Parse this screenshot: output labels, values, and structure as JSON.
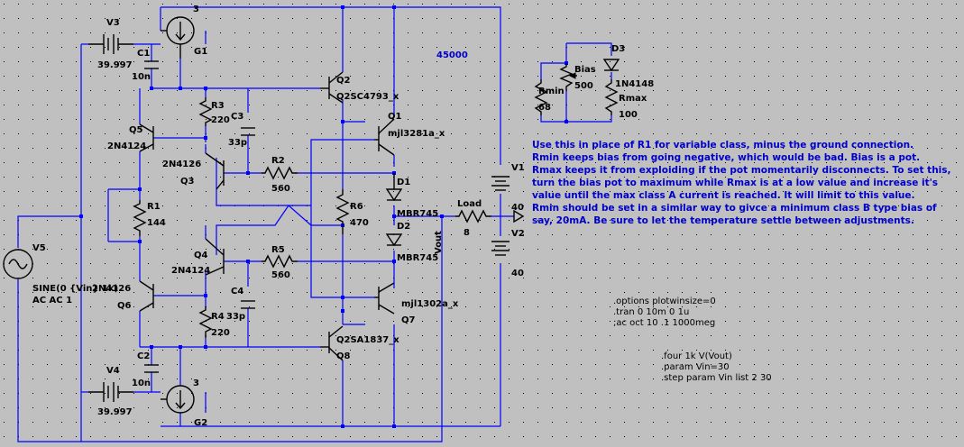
{
  "components": {
    "v3": {
      "name": "V3",
      "value": "39.997"
    },
    "v4": {
      "name": "V4",
      "value": "39.997"
    },
    "v1": {
      "name": "V1",
      "value": "40"
    },
    "v2": {
      "name": "V2",
      "value": "40"
    },
    "v5": {
      "name": "V5",
      "value1": "SINE(0 {Vin} 1k)",
      "value2": "AC AC 1"
    },
    "g1": {
      "name": "G1",
      "value": "3"
    },
    "g2": {
      "name": "G2",
      "value": "3"
    },
    "c1": {
      "name": "C1",
      "value": "10n"
    },
    "c2": {
      "name": "C2",
      "value": "10n"
    },
    "c3": {
      "name": "C3",
      "value": "33p"
    },
    "c4": {
      "name": "C4",
      "value": "33p"
    },
    "r1": {
      "name": "R1",
      "value": "144"
    },
    "r2": {
      "name": "R2",
      "value": "560"
    },
    "r3": {
      "name": "R3",
      "value": "220"
    },
    "r4": {
      "name": "R4",
      "value": "220"
    },
    "r5": {
      "name": "R5",
      "value": "560"
    },
    "r6": {
      "name": "R6",
      "value": "470"
    },
    "load": {
      "name": "Load",
      "value": "8"
    },
    "q1": {
      "name": "Q1",
      "value": "mjl3281a_x"
    },
    "q2": {
      "name": "Q2",
      "value": "Q2SC4793_x"
    },
    "q3": {
      "name": "Q3",
      "value": "2N4126"
    },
    "q4": {
      "name": "Q4",
      "value": "2N4124"
    },
    "q5": {
      "name": "Q5",
      "value": "2N4124"
    },
    "q6": {
      "name": "Q6",
      "value": "2N4126"
    },
    "q7": {
      "name": "Q7",
      "value": "mjl1302a_x"
    },
    "q8": {
      "name": "Q8",
      "value": "Q2SA1837_x"
    },
    "d1": {
      "name": "D1",
      "value": "MBR745"
    },
    "d2": {
      "name": "D2",
      "value": "MBR745"
    },
    "d3": {
      "name": "D3",
      "value": "1N4148"
    },
    "bias": {
      "name": "Bias",
      "value": "500"
    },
    "rmin": {
      "name": "Rmin",
      "value": "68"
    },
    "rmax": {
      "name": "Rmax",
      "value": "100"
    }
  },
  "net_labels": {
    "vout": "Vout"
  },
  "marker": "45000",
  "notes": [
    "Use this in place of R1 for variable class, minus the ground connection.",
    "Rmin keeps bias from going negative, which would be bad. Bias is a pot.",
    "Rmax keeps it from exploiding if the pot momentarily disconnects. To set this,",
    "turn the bias pot to maximum while Rmax is at a low value and increase it's",
    "value until the max class A current is reached. It will limit to this value.",
    "Rmin should be set in a similar way to givce a minimum class B type bias of",
    "say, 20mA. Be sure to let the temperature settle between adjustments."
  ],
  "directives1": [
    ".options plotwinsize=0",
    ".tran 0 10m 0 1u",
    ";ac oct 10 .1 1000meg"
  ],
  "directives2": [
    ".four 1k V(Vout)",
    ".param Vin=30",
    ".step param Vin list 2 30"
  ]
}
